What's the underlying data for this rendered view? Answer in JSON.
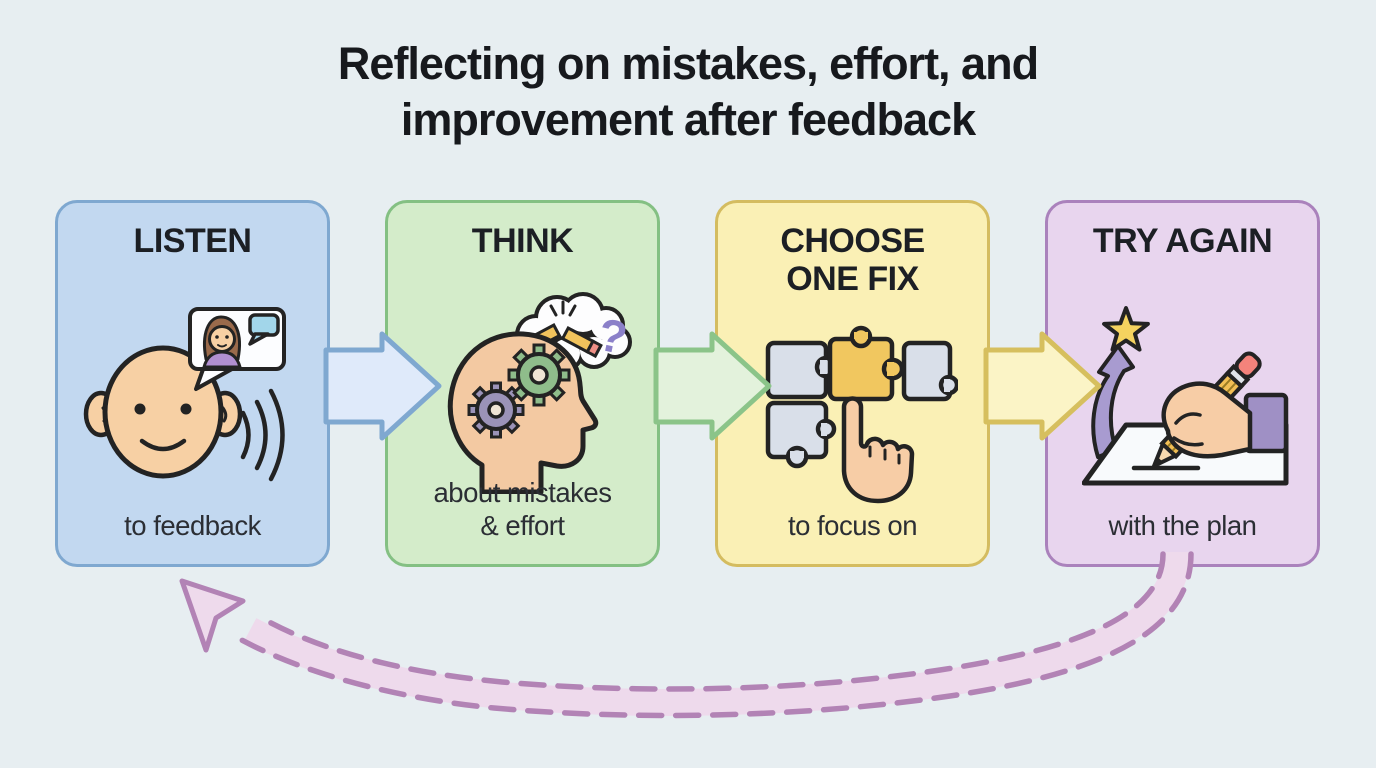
{
  "background": "#e7eef1",
  "title": {
    "line1": "Reflecting on mistakes, effort, and",
    "line2": "improvement after feedback"
  },
  "steps": [
    {
      "label": "LISTEN",
      "sublabel": "to feedback",
      "icon": "listening-head-with-speech-bubble",
      "fill": "#c2d8f0",
      "border": "#7fa8d0",
      "arrow_fill": "#dfeafa",
      "arrow_border": "#7fa8d0"
    },
    {
      "label": "THINK",
      "sublabel": "about mistakes\n& effort",
      "icon": "head-profile-gears-thought-cloud",
      "fill": "#d4ecca",
      "border": "#84c083",
      "arrow_fill": "#e3f2dc",
      "arrow_border": "#8bc489"
    },
    {
      "label": "CHOOSE ONE FIX",
      "sublabel": "to focus on",
      "icon": "puzzle-pieces-pointing-hand",
      "fill": "#faf0b5",
      "border": "#d4bc60",
      "arrow_fill": "#fbf4c6",
      "arrow_border": "#d6bf5e"
    },
    {
      "label": "TRY AGAIN",
      "sublabel": "with the plan",
      "icon": "writing-hand-star-up-arrow",
      "fill": "#e8d5ee",
      "border": "#aa82bc"
    }
  ],
  "loop_arrow": {
    "fill": "#eedaec",
    "dash": "#b283b5"
  }
}
